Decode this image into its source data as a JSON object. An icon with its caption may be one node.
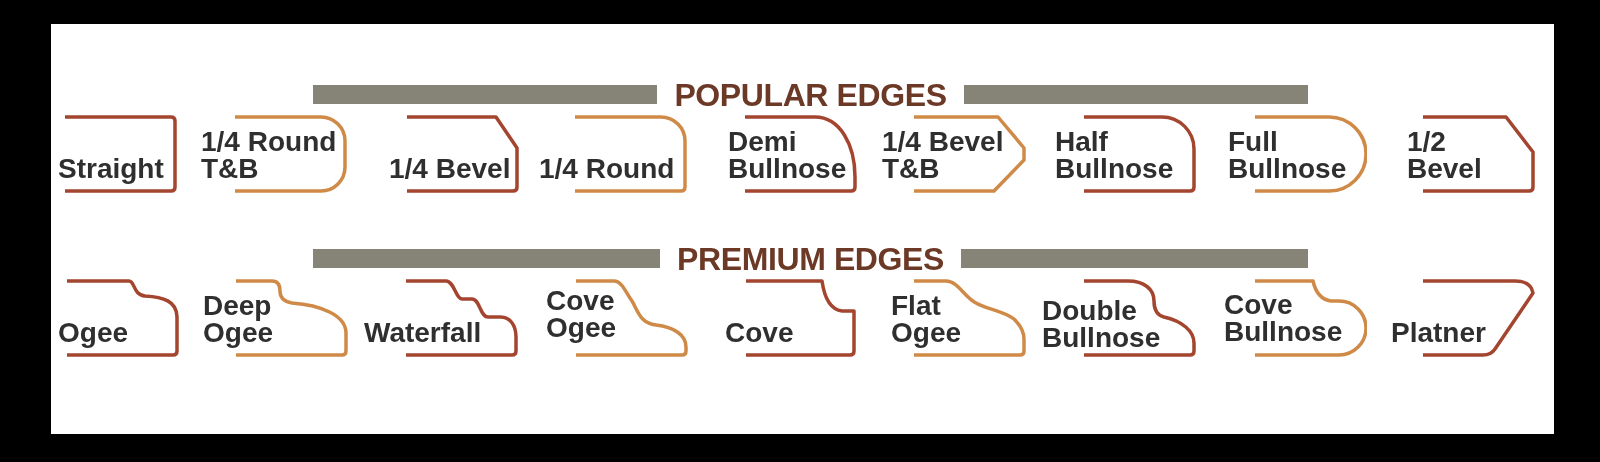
{
  "diagram": {
    "nodes": [
      {
        "text": [
          "Straight"
        ]
      },
      {
        "text": [
          "1/4 Round T&B"
        ]
      },
      {
        "text": [
          "1/4 Bevel"
        ]
      },
      {
        "text": [
          "1/4 Round"
        ]
      },
      {
        "text": [
          "Demi Bullnose"
        ]
      },
      {
        "text": [
          "1/4 Bevel T&B"
        ]
      },
      {
        "text": [
          "Half Bullnose"
        ]
      },
      {
        "text": [
          "Full Bullnose"
        ]
      },
      {
        "text": [
          "1/2 Bevel"
        ]
      },
      {
        "text": [
          "Ogee"
        ]
      },
      {
        "text": [
          "Deep Ogee"
        ]
      },
      {
        "text": [
          "Waterfall"
        ]
      },
      {
        "text": [
          "Cove Ogee"
        ]
      },
      {
        "text": [
          "Cove"
        ]
      },
      {
        "text": [
          "Flat Ogee"
        ]
      },
      {
        "text": [
          "Double Bullnose"
        ]
      },
      {
        "text": [
          "Cove Bullnose"
        ]
      },
      {
        "text": [
          "Platner"
        ]
      }
    ],
    "labels": [
      "POPULAR EDGES",
      "PREMIUM EDGES"
    ]
  }
}
